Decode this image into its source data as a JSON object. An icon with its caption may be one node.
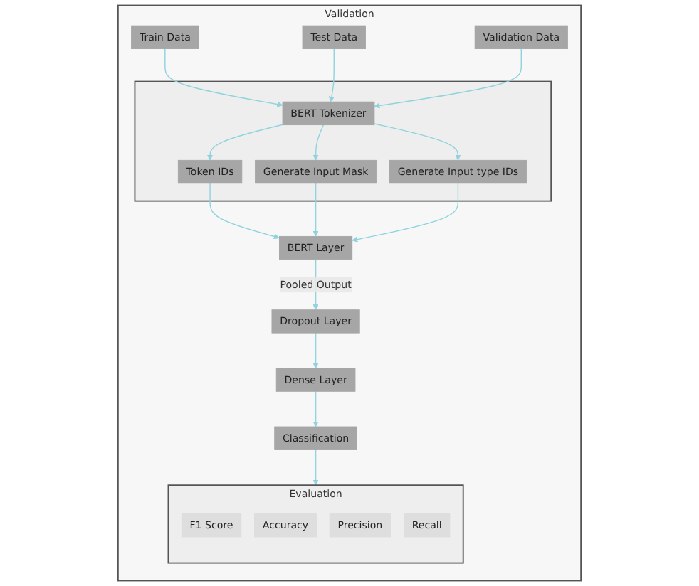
{
  "diagram": {
    "nodes": [
      {
        "text": [
          "Validation"
        ]
      },
      {
        "text": [],
        "shape": "box",
        "in": 0
      },
      {
        "text": [
          "Token IDs"
        ],
        "in": 1
      },
      {
        "text": [
          "Generate Input Mask"
        ],
        "in": 1
      },
      {
        "text": [
          "Generate Input type IDs"
        ],
        "in": 1
      },
      {
        "text": [
          "BERT Tokenizer"
        ],
        "in": 1
      },
      {
        "text": [
          "Train Data"
        ],
        "in": 0
      },
      {
        "text": [
          "Test Data"
        ],
        "in": 0
      },
      {
        "text": [
          "Validation Data"
        ],
        "in": 0
      },
      {
        "text": [
          "BERT Layer"
        ],
        "in": 0
      },
      {
        "text": [
          "Dropout Layer"
        ],
        "in": 0
      },
      {
        "text": [
          "Dense Layer"
        ],
        "in": 0
      },
      {
        "text": [
          "Classification"
        ],
        "in": 0
      },
      {
        "text": [
          "Evaluation"
        ],
        "in": 0
      },
      {
        "text": [
          "F1 Score"
        ],
        "in": 13
      },
      {
        "text": [
          "Accuracy"
        ],
        "in": 13
      },
      {
        "text": [
          "Precision"
        ],
        "in": 13
      },
      {
        "text": [
          "Recall"
        ],
        "in": 13
      }
    ],
    "edges": [
      {
        "from": 6,
        "to": 5,
        "arrow": "to"
      },
      {
        "from": 7,
        "to": 5,
        "arrow": "to"
      },
      {
        "from": 8,
        "to": 5,
        "arrow": "to"
      },
      {
        "from": 5,
        "to": 2,
        "arrow": "to"
      },
      {
        "from": 5,
        "to": 3,
        "arrow": "to"
      },
      {
        "from": 5,
        "to": 4,
        "arrow": "to"
      },
      {
        "from": 2,
        "to": 9,
        "arrow": "to"
      },
      {
        "from": 3,
        "to": 9,
        "arrow": "to"
      },
      {
        "from": 4,
        "to": 9,
        "arrow": "to"
      },
      {
        "from": 9,
        "to": 10,
        "arrow": "to",
        "label": "Pooled Output"
      },
      {
        "from": 10,
        "to": 11,
        "arrow": "to"
      },
      {
        "from": 11,
        "to": 12,
        "arrow": "to"
      },
      {
        "from": 12,
        "to": 13,
        "arrow": "to"
      }
    ]
  }
}
